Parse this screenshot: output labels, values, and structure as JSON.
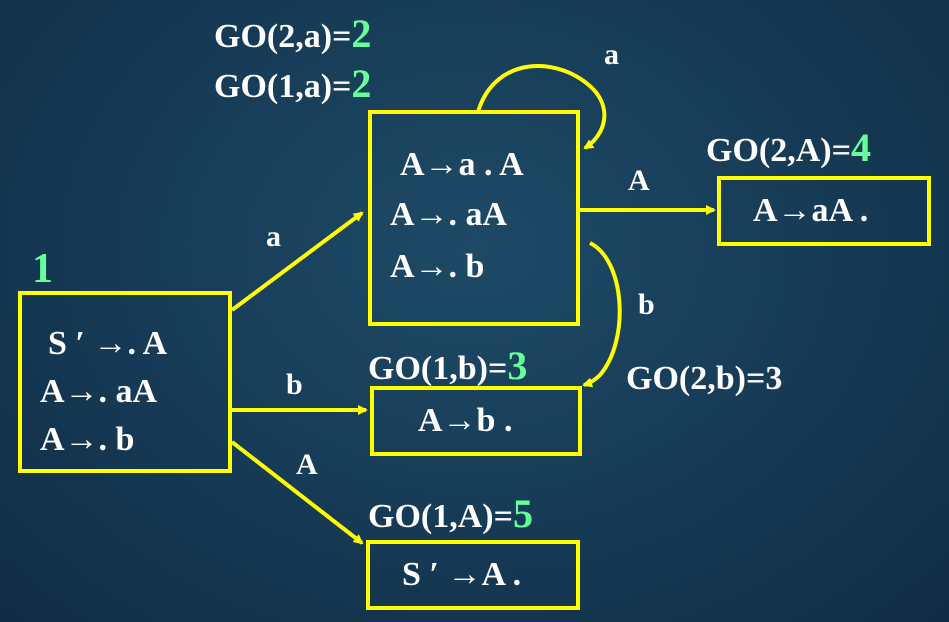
{
  "goto_labels": {
    "go_2_a": {
      "text": "GO(2,a)=",
      "value": "2"
    },
    "go_1_a": {
      "text": "GO(1,a)=",
      "value": "2"
    },
    "go_2_A": {
      "text": "GO(2,A)=",
      "value": "4"
    },
    "go_1_b": {
      "text": "GO(1,b)=",
      "value": "3"
    },
    "go_2_b": {
      "text": "GO(2,b)=3"
    },
    "go_1_A": {
      "text": "GO(1,A)=",
      "value": "5"
    }
  },
  "state_1": {
    "number": "1",
    "items": [
      "S ′ →. A",
      "A→. aA",
      "A→. b"
    ]
  },
  "state_2": {
    "items": [
      "A→a . A",
      "A→.  aA",
      "A→. b"
    ]
  },
  "state_3": {
    "items": [
      "A→b ."
    ]
  },
  "state_4": {
    "items": [
      "A→aA ."
    ]
  },
  "state_5": {
    "items": [
      "S ′ →A ."
    ]
  },
  "edges": {
    "s1_to_s2": "a",
    "s1_to_s3": "b",
    "s1_to_s5": "A",
    "s2_loop": "a",
    "s2_to_s4": "A",
    "s2_to_s3": "b"
  },
  "colors": {
    "arrow": "#ffff00",
    "box_border": "#ffff00",
    "highlight": "#66ff99",
    "text": "#ffffff"
  }
}
